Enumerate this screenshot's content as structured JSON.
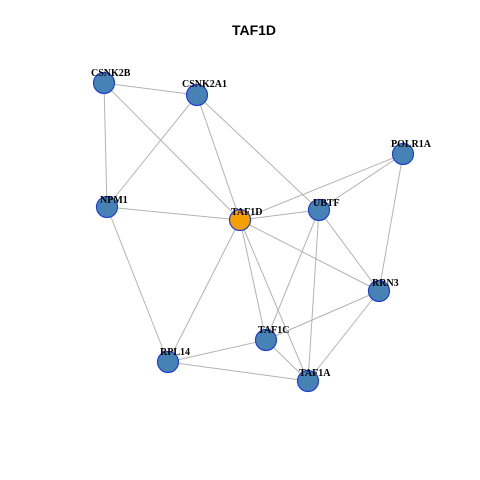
{
  "title": "TAF1D",
  "colors": {
    "hub": "#f5a000",
    "node": "#4682b4",
    "node_border": "#1f3fd0",
    "edge": "#b3b3b3"
  },
  "nodes": [
    {
      "id": "CSNK2B",
      "label": "CSNK2B",
      "hub": false
    },
    {
      "id": "CSNK2A1",
      "label": "CSNK2A1",
      "hub": false
    },
    {
      "id": "POLR1A",
      "label": "POLR1A",
      "hub": false
    },
    {
      "id": "NPM1",
      "label": "NPM1",
      "hub": false
    },
    {
      "id": "TAF1D",
      "label": "TAF1D",
      "hub": true
    },
    {
      "id": "UBTF",
      "label": "UBTF",
      "hub": false
    },
    {
      "id": "RRN3",
      "label": "RRN3",
      "hub": false
    },
    {
      "id": "TAF1C",
      "label": "TAF1C",
      "hub": false
    },
    {
      "id": "RPL14",
      "label": "RPL14",
      "hub": false
    },
    {
      "id": "TAF1A",
      "label": "TAF1A",
      "hub": false
    }
  ],
  "edges": [
    [
      "CSNK2B",
      "CSNK2A1"
    ],
    [
      "CSNK2B",
      "NPM1"
    ],
    [
      "CSNK2B",
      "TAF1D"
    ],
    [
      "CSNK2A1",
      "NPM1"
    ],
    [
      "CSNK2A1",
      "TAF1D"
    ],
    [
      "CSNK2A1",
      "UBTF"
    ],
    [
      "POLR1A",
      "TAF1D"
    ],
    [
      "POLR1A",
      "UBTF"
    ],
    [
      "POLR1A",
      "RRN3"
    ],
    [
      "NPM1",
      "TAF1D"
    ],
    [
      "NPM1",
      "RPL14"
    ],
    [
      "TAF1D",
      "UBTF"
    ],
    [
      "TAF1D",
      "RRN3"
    ],
    [
      "TAF1D",
      "TAF1C"
    ],
    [
      "TAF1D",
      "RPL14"
    ],
    [
      "TAF1D",
      "TAF1A"
    ],
    [
      "UBTF",
      "RRN3"
    ],
    [
      "UBTF",
      "TAF1C"
    ],
    [
      "UBTF",
      "TAF1A"
    ],
    [
      "RRN3",
      "TAF1C"
    ],
    [
      "RRN3",
      "TAF1A"
    ],
    [
      "TAF1C",
      "RPL14"
    ],
    [
      "TAF1C",
      "TAF1A"
    ],
    [
      "RPL14",
      "TAF1A"
    ]
  ]
}
